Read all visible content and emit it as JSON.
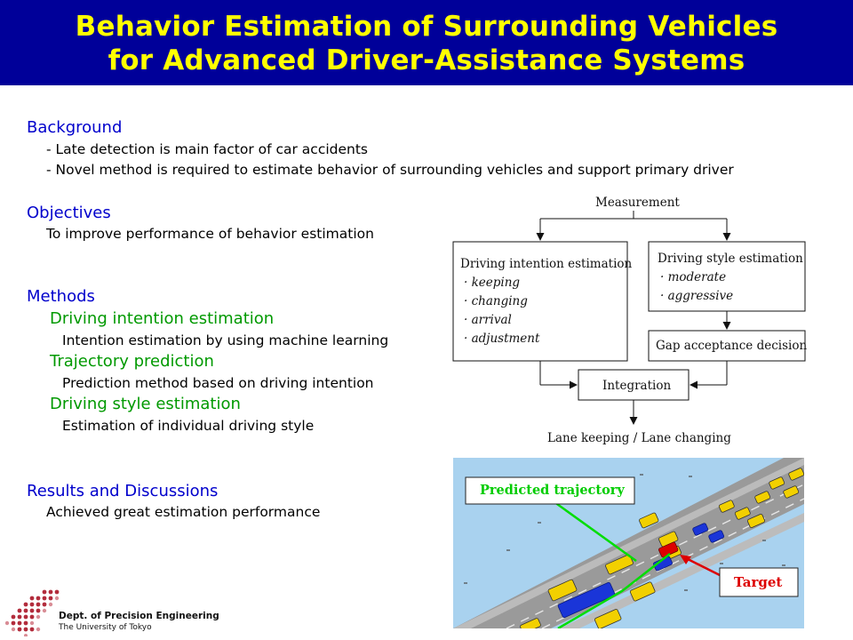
{
  "title": {
    "line1": "Behavior Estimation of Surrounding Vehicles",
    "line2": "for Advanced Driver-Assistance Systems"
  },
  "background": {
    "heading": "Background",
    "items": [
      "- Late detection is main factor of car accidents",
      "- Novel method is required to estimate behavior of surrounding vehicles and support primary driver"
    ]
  },
  "objectives": {
    "heading": "Objectives",
    "text": "To improve performance of behavior estimation"
  },
  "methods": {
    "heading": "Methods",
    "items": [
      {
        "title": "Driving intention estimation",
        "desc": "Intention estimation by using machine learning"
      },
      {
        "title": "Trajectory prediction",
        "desc": "Prediction method based on driving intention"
      },
      {
        "title": "Driving style estimation",
        "desc": "Estimation of individual driving style"
      }
    ]
  },
  "results": {
    "heading": "Results and Discussions",
    "text": "Achieved great estimation performance"
  },
  "diagram": {
    "measurement": "Measurement",
    "intention_box": {
      "title": "Driving intention estimation",
      "items": [
        "· keeping",
        "· changing",
        "· arrival",
        "· adjustment"
      ]
    },
    "style_box": {
      "title": "Driving style estimation",
      "items": [
        "· moderate",
        "· aggressive"
      ]
    },
    "gap": "Gap acceptance decision",
    "integration": "Integration",
    "output": "Lane keeping / Lane changing"
  },
  "simulation": {
    "predicted_label": "Predicted trajectory",
    "target_label": "Target",
    "colors": {
      "sky": "#a9d2ef",
      "road": "#9a9a9a",
      "predicted": "#00dd00",
      "target": "#dd0000",
      "car": "#f2d000",
      "blue_car": "#1a35d8"
    }
  },
  "logo": {
    "line1": "Dept. of Precision Engineering",
    "line2": "The University of Tokyo"
  }
}
